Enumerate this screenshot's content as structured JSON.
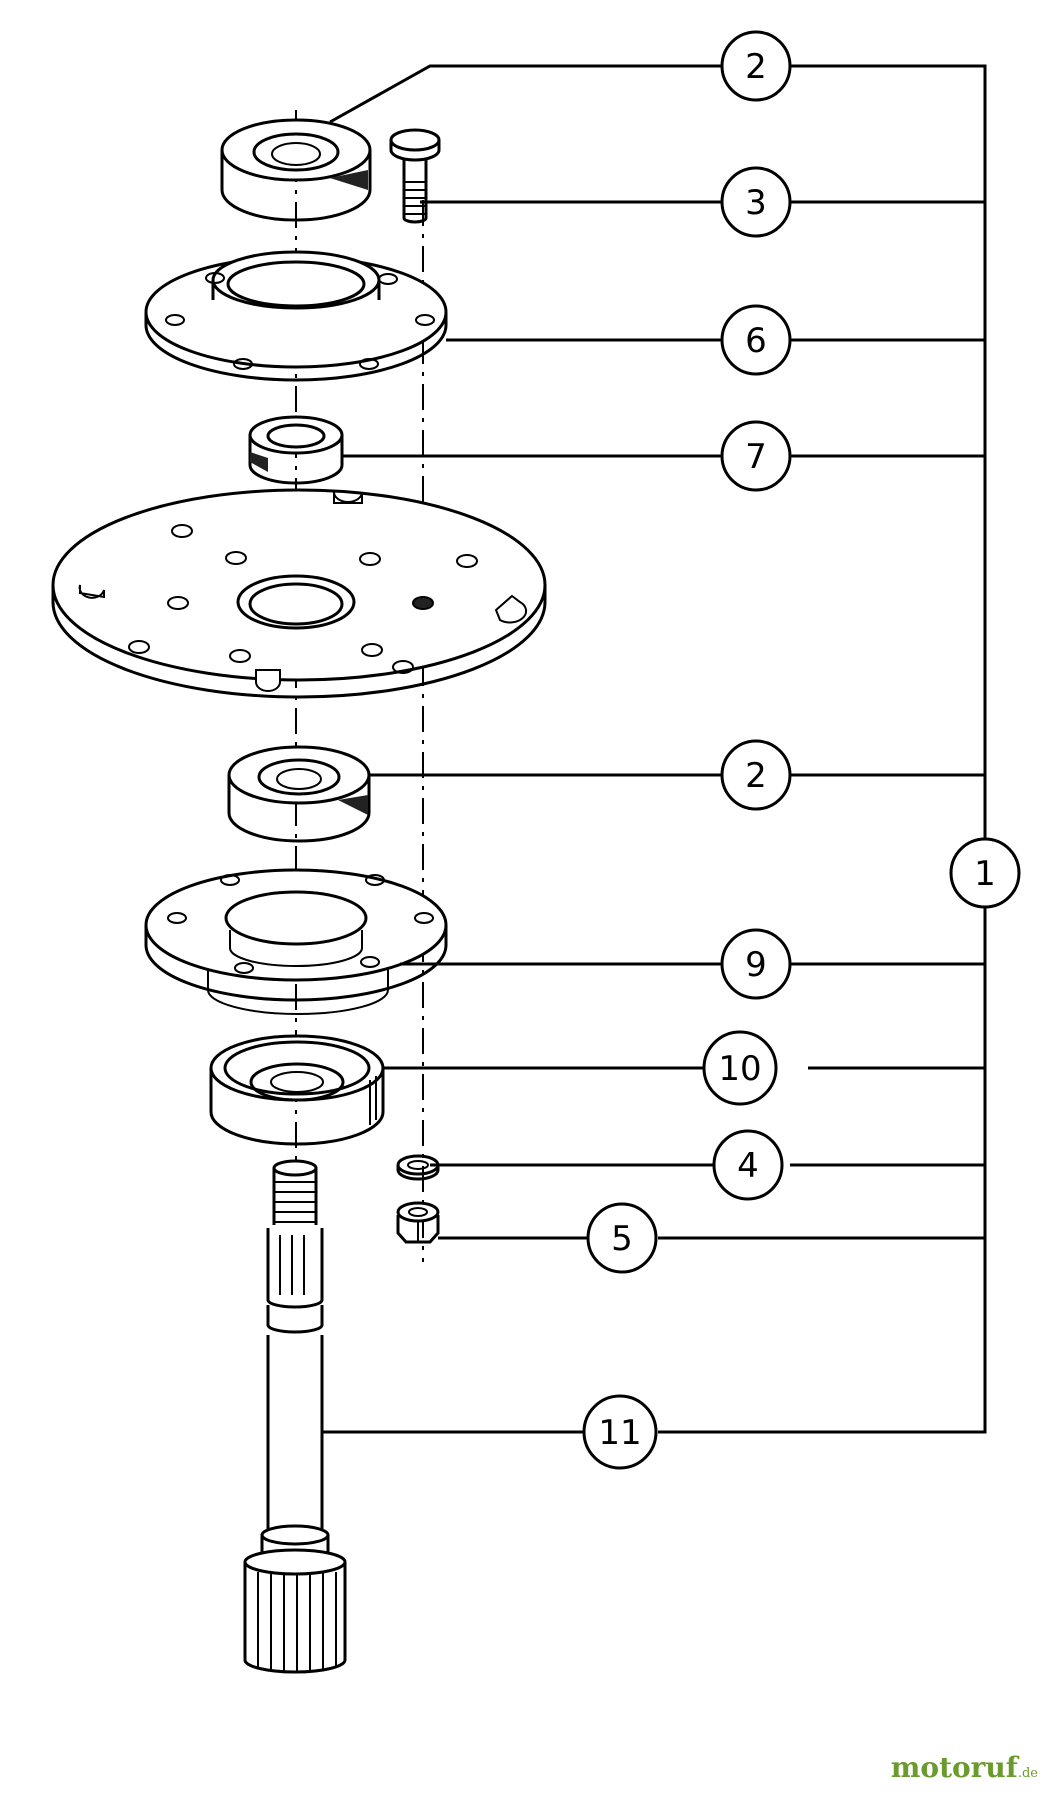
{
  "callouts": [
    {
      "id": "c2a",
      "label": "2"
    },
    {
      "id": "c3",
      "label": "3"
    },
    {
      "id": "c6",
      "label": "6"
    },
    {
      "id": "c7",
      "label": "7"
    },
    {
      "id": "c2b",
      "label": "2"
    },
    {
      "id": "c1",
      "label": "1"
    },
    {
      "id": "c9",
      "label": "9"
    },
    {
      "id": "c10",
      "label": "10"
    },
    {
      "id": "c4",
      "label": "4"
    },
    {
      "id": "c5",
      "label": "5"
    },
    {
      "id": "c11",
      "label": "11"
    }
  ],
  "watermark": {
    "name": "motoruf",
    "suffix": ".de"
  }
}
